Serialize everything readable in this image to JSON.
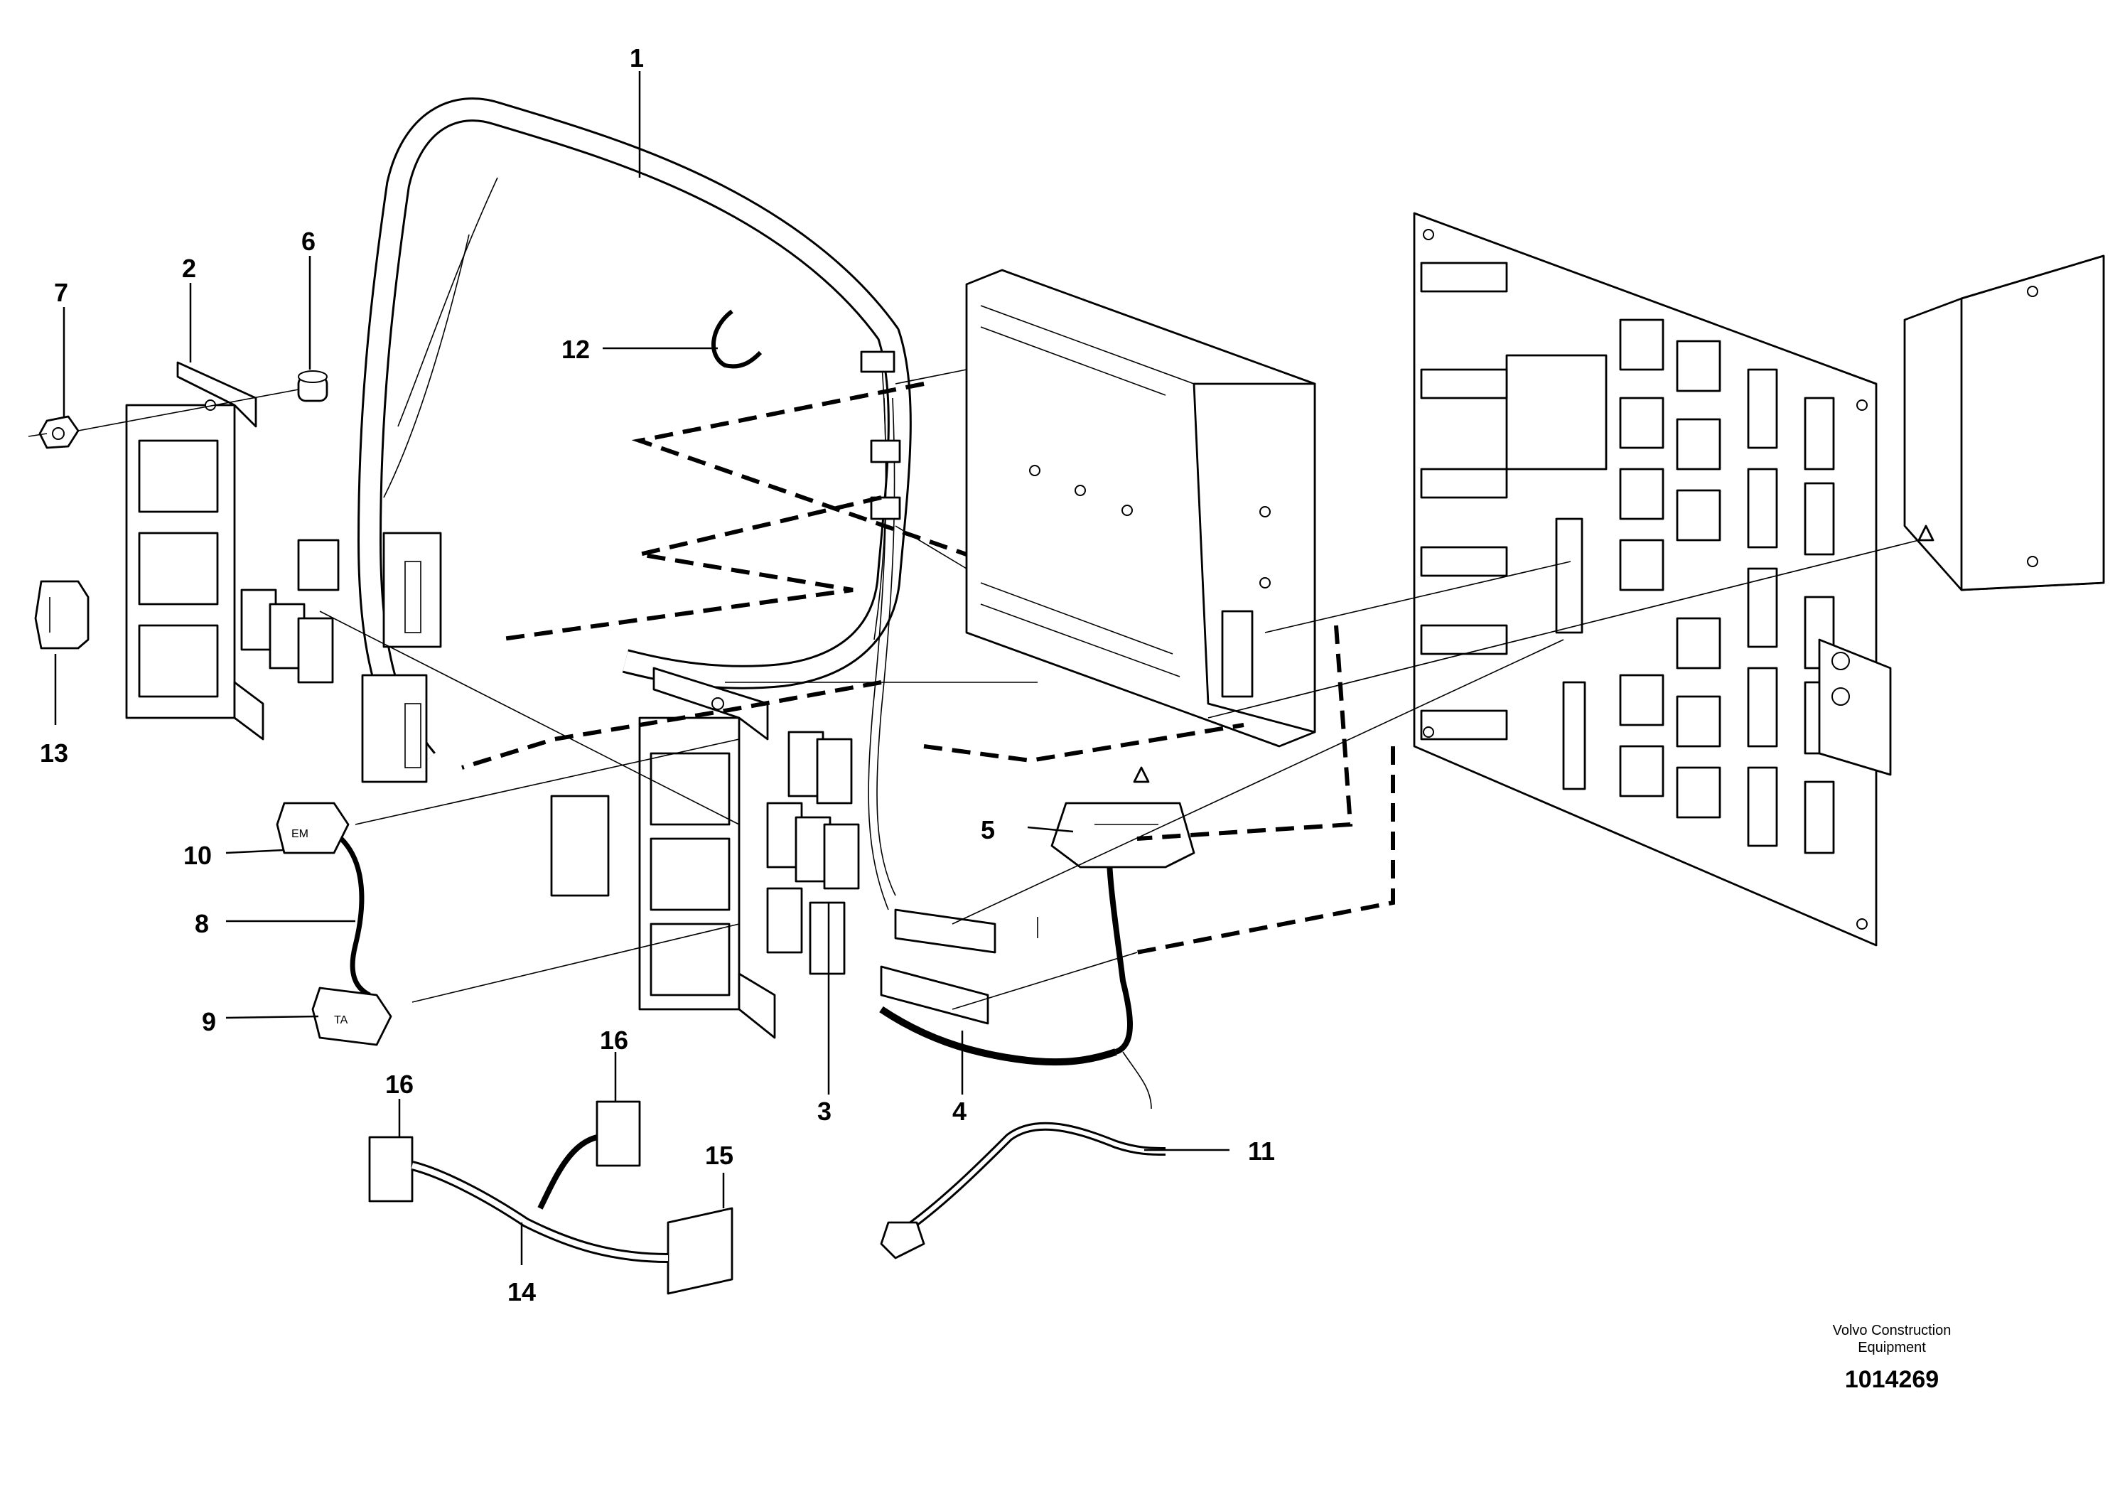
{
  "callouts": {
    "c1": "1",
    "c2": "2",
    "c3": "3",
    "c4": "4",
    "c5": "5",
    "c6": "6",
    "c7": "7",
    "c8": "8",
    "c9": "9",
    "c10": "10",
    "c11": "11",
    "c12": "12",
    "c13": "13",
    "c14": "14",
    "c15": "15",
    "c16a": "16",
    "c16b": "16"
  },
  "connector_tags": {
    "em": "EM",
    "ta": "TA"
  },
  "caption": {
    "line1": "Volvo Construction",
    "line2": "Equipment",
    "number": "1014269"
  }
}
